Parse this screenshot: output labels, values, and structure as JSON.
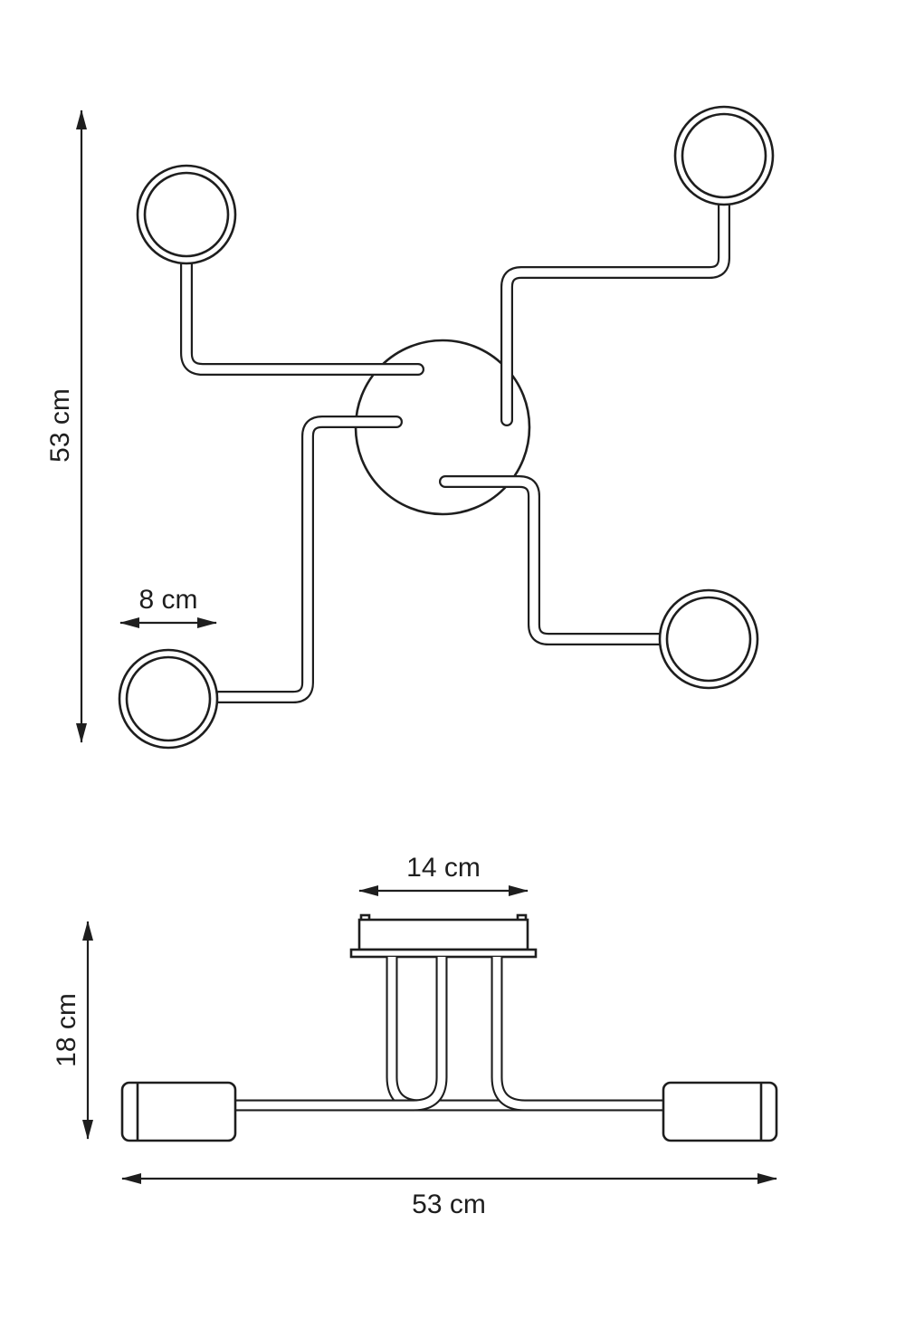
{
  "colors": {
    "line": "#1e1e1e",
    "background": "#ffffff"
  },
  "top_view": {
    "height_dim_label": "53 cm",
    "lamp_diameter_dim_label": "8 cm"
  },
  "side_view": {
    "canopy_width_dim_label": "14 cm",
    "height_dim_label": "18 cm",
    "total_width_dim_label": "53 cm"
  }
}
